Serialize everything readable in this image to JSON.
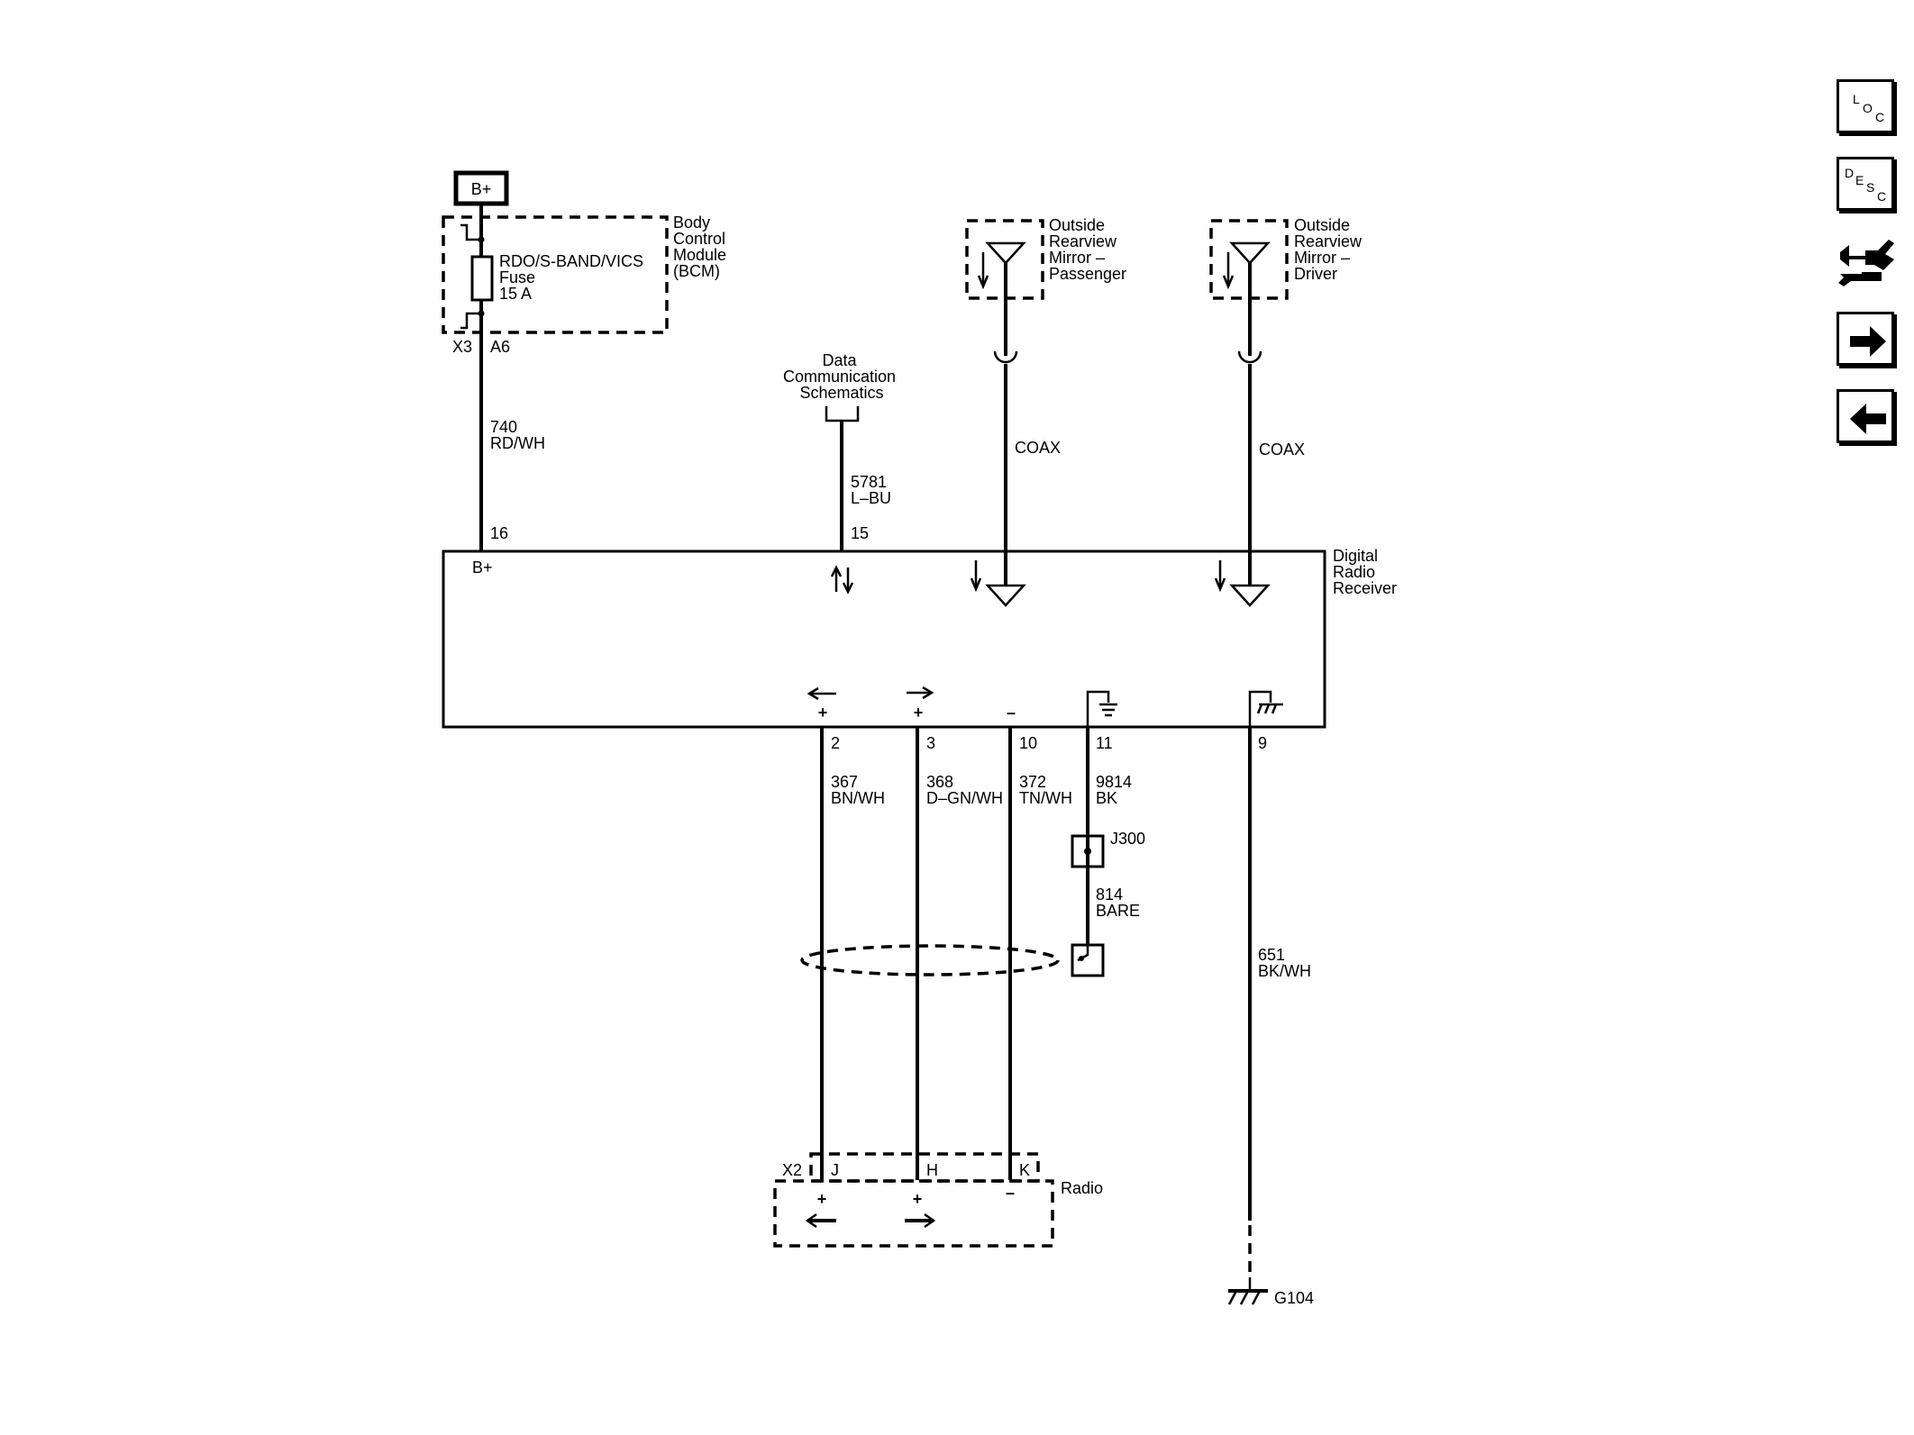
{
  "power": {
    "label": "B+"
  },
  "bcm": {
    "name": "Body Control Module (BCM)",
    "name_lines": [
      "Body",
      "Control",
      "Module",
      "(BCM)"
    ],
    "fuse": [
      "RDO/S-BAND/VICS",
      "Fuse",
      "15 A"
    ],
    "connector": "X3",
    "pin": "A6"
  },
  "data_comm": {
    "lines": [
      "Data",
      "Communication",
      "Schematics"
    ]
  },
  "mirror_passenger": {
    "lines": [
      "Outside",
      "Rearview",
      "Mirror –",
      "Passenger"
    ]
  },
  "mirror_driver": {
    "lines": [
      "Outside",
      "Rearview",
      "Mirror –",
      "Driver"
    ]
  },
  "wires": {
    "w740": {
      "circuit": "740",
      "color": "RD/WH"
    },
    "w5781": {
      "circuit": "5781",
      "color": "L–BU"
    },
    "coax_pass": {
      "label": "COAX"
    },
    "coax_drv": {
      "label": "COAX"
    },
    "w367": {
      "circuit": "367",
      "color": "BN/WH"
    },
    "w368": {
      "circuit": "368",
      "color": "D–GN/WH"
    },
    "w372": {
      "circuit": "372",
      "color": "TN/WH"
    },
    "w9814": {
      "circuit": "9814",
      "color": "BK"
    },
    "w814": {
      "circuit": "814",
      "color": "BARE"
    },
    "w651": {
      "circuit": "651",
      "color": "BK/WH"
    }
  },
  "receiver": {
    "name": "Digital Radio Receiver",
    "name_lines": [
      "Digital",
      "Radio",
      "Receiver"
    ],
    "bplus": "B+",
    "pins_top": [
      "16",
      "15"
    ],
    "pins_bottom": [
      "2",
      "3",
      "10",
      "11",
      "9"
    ],
    "signs": [
      "+",
      "+",
      "–"
    ]
  },
  "splice": {
    "label": "J300"
  },
  "radio": {
    "name": "Radio",
    "connector": "X2",
    "pins": [
      "J",
      "H",
      "K"
    ],
    "signs": [
      "+",
      "+",
      "–"
    ]
  },
  "ground": {
    "label": "G104"
  },
  "nav": [
    {
      "name": "loc",
      "letters": [
        "L",
        "O",
        "C"
      ]
    },
    {
      "name": "desc",
      "letters": [
        "D",
        "E",
        "S",
        "C"
      ]
    },
    {
      "name": "connector-view",
      "icon": "connector-icon"
    },
    {
      "name": "next",
      "icon": "arrow-right-icon"
    },
    {
      "name": "previous",
      "icon": "arrow-left-icon"
    }
  ]
}
